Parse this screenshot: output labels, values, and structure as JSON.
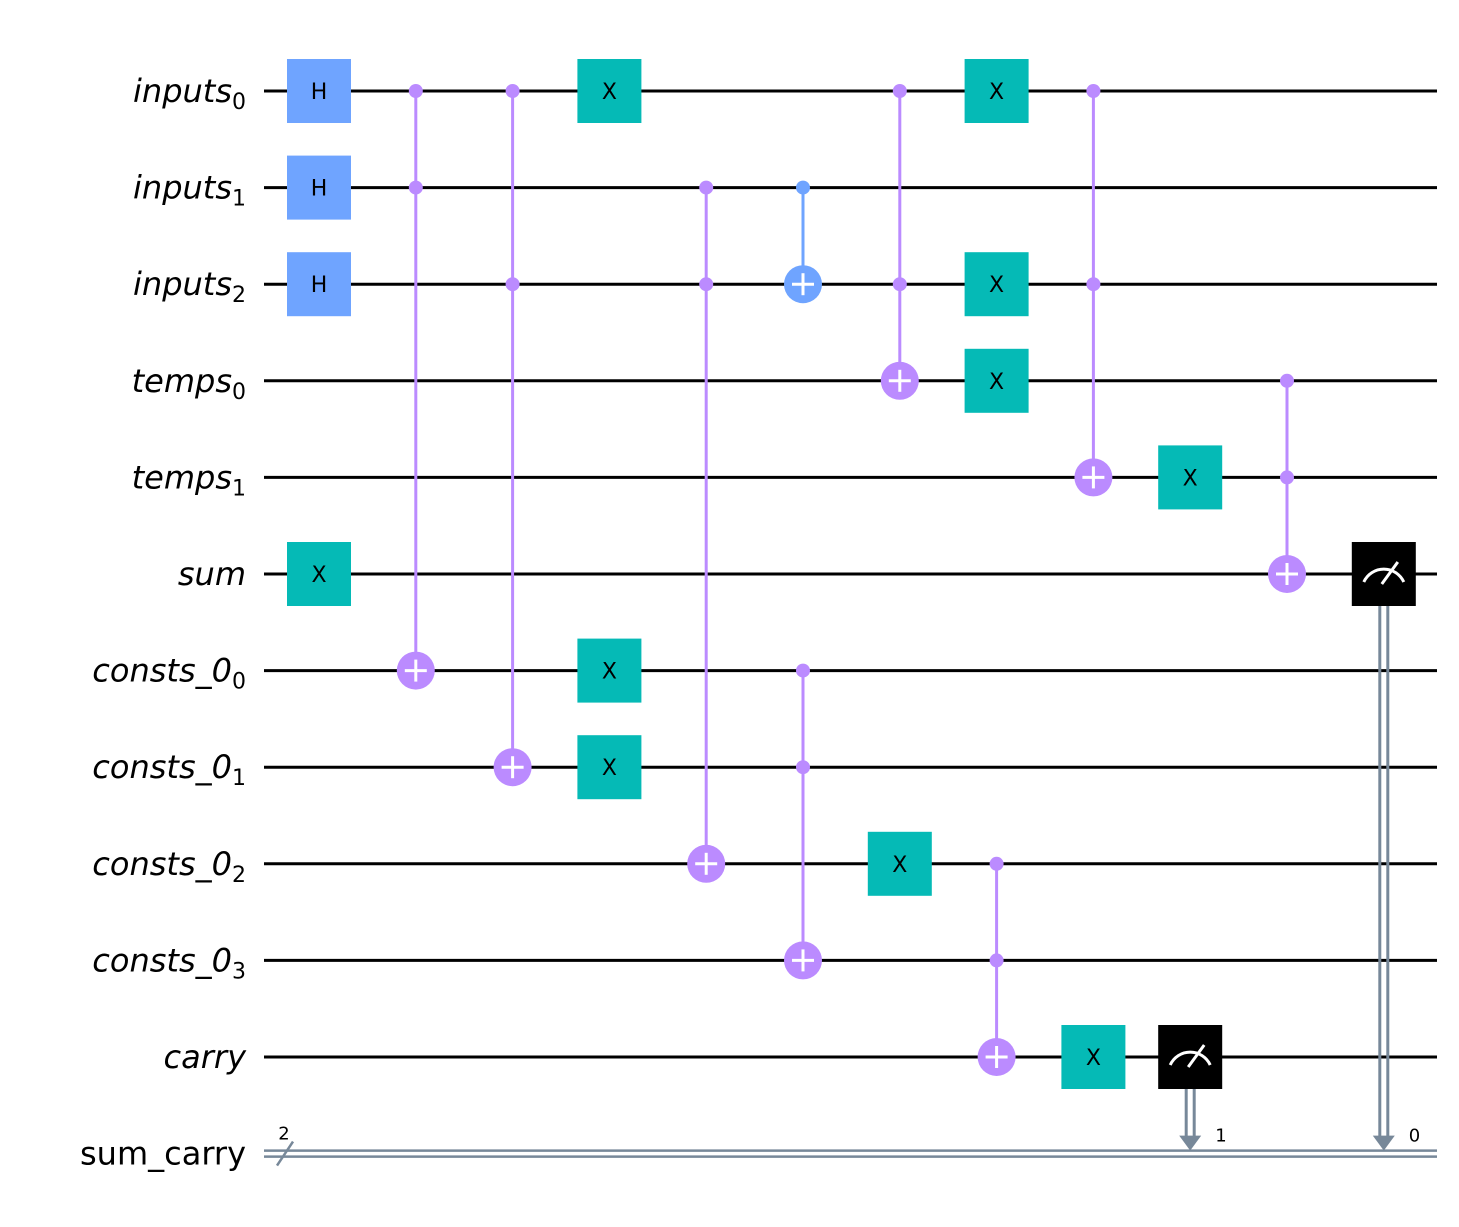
{
  "colors": {
    "hadamard": "#6FA4FF",
    "x_gate": "#05BAB6",
    "multi_control": "#BB8BFF",
    "cnot": "#6FA4FF",
    "measure": "#000000",
    "classical_wire": "#778899"
  },
  "qubits": [
    {
      "name": "inputs",
      "sub": "0"
    },
    {
      "name": "inputs",
      "sub": "1"
    },
    {
      "name": "inputs",
      "sub": "2"
    },
    {
      "name": "temps",
      "sub": "0"
    },
    {
      "name": "temps",
      "sub": "1"
    },
    {
      "name": "sum",
      "sub": ""
    },
    {
      "name": "consts_0",
      "sub": "0"
    },
    {
      "name": "consts_0",
      "sub": "1"
    },
    {
      "name": "consts_0",
      "sub": "2"
    },
    {
      "name": "consts_0",
      "sub": "3"
    },
    {
      "name": "carry",
      "sub": ""
    }
  ],
  "classical_register": {
    "name": "sum_carry",
    "size": "2"
  },
  "gates": [
    {
      "type": "H",
      "label": "H",
      "qubit": 0,
      "col": 0
    },
    {
      "type": "H",
      "label": "H",
      "qubit": 1,
      "col": 0
    },
    {
      "type": "H",
      "label": "H",
      "qubit": 2,
      "col": 0
    },
    {
      "type": "X",
      "label": "X",
      "qubit": 5,
      "col": 0
    },
    {
      "type": "ccx",
      "controls": [
        0,
        1
      ],
      "target": 6,
      "col": 1
    },
    {
      "type": "ccx",
      "controls": [
        0,
        2
      ],
      "target": 7,
      "col": 2
    },
    {
      "type": "X",
      "label": "X",
      "qubit": 0,
      "col": 3
    },
    {
      "type": "X",
      "label": "X",
      "qubit": 6,
      "col": 3
    },
    {
      "type": "X",
      "label": "X",
      "qubit": 7,
      "col": 3
    },
    {
      "type": "ccx",
      "controls": [
        1,
        2
      ],
      "target": 8,
      "col": 4
    },
    {
      "type": "cx",
      "controls": [
        1
      ],
      "target": 2,
      "col": 5
    },
    {
      "type": "ccx",
      "controls": [
        6,
        7
      ],
      "target": 9,
      "col": 5
    },
    {
      "type": "ccx",
      "controls": [
        0,
        2
      ],
      "target": 3,
      "col": 6
    },
    {
      "type": "X",
      "label": "X",
      "qubit": 8,
      "col": 6
    },
    {
      "type": "X",
      "label": "X",
      "qubit": 0,
      "col": 7
    },
    {
      "type": "X",
      "label": "X",
      "qubit": 2,
      "col": 7
    },
    {
      "type": "X",
      "label": "X",
      "qubit": 3,
      "col": 7
    },
    {
      "type": "ccx",
      "controls": [
        8,
        9
      ],
      "target": 10,
      "col": 7
    },
    {
      "type": "ccx",
      "controls": [
        0,
        2
      ],
      "target": 4,
      "col": 8
    },
    {
      "type": "X",
      "label": "X",
      "qubit": 10,
      "col": 8
    },
    {
      "type": "X",
      "label": "X",
      "qubit": 4,
      "col": 9
    },
    {
      "type": "measure",
      "qubit": 10,
      "clbit": "1",
      "col": 9
    },
    {
      "type": "ccx",
      "controls": [
        3,
        4
      ],
      "target": 5,
      "col": 10
    },
    {
      "type": "measure",
      "qubit": 5,
      "clbit": "0",
      "col": 11
    }
  ]
}
